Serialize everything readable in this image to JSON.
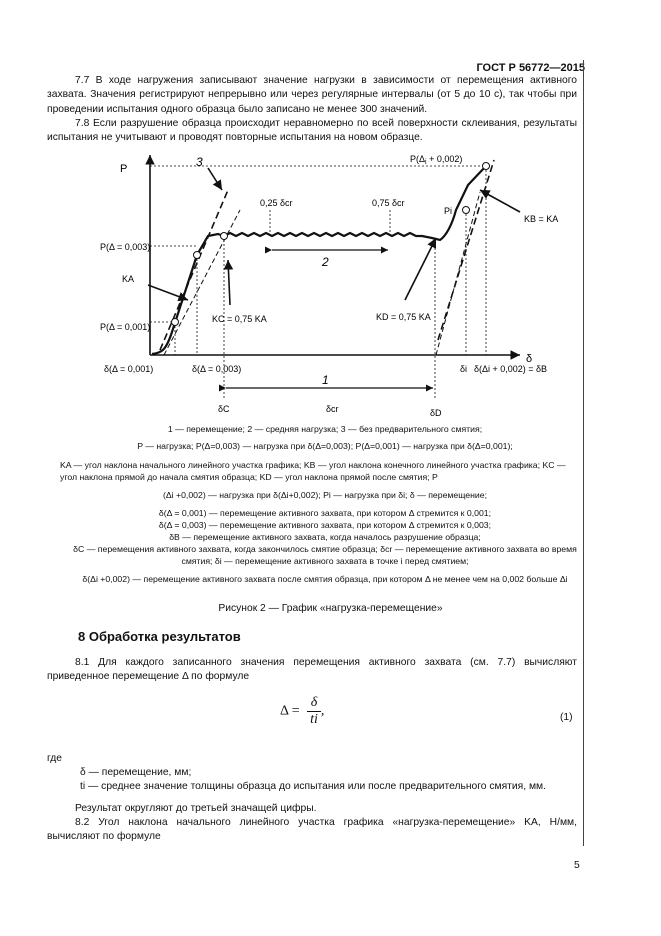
{
  "header": {
    "standard": "ГОСТ Р 56772—2015"
  },
  "paragraphs": {
    "p77": "7.7 В ходе нагружения записывают значение нагрузки в зависимости от перемещения активного захвата. Значения регистрируют непрерывно или через регулярные интервалы (от 5 до 10 с), так чтобы при проведении испытания одного образца было записано не менее 300 значений.",
    "p78": "7.8 Если разрушение образца происходит неравномерно по всей поверхности склеивания, результаты испытания не учитывают и проводят повторные испытания на новом образце."
  },
  "figure": {
    "labels": {
      "P": "P",
      "P_top": "P(Δ",
      "P_top_sub": "i",
      "P_top_tail": " + 0,002)",
      "num3": "3",
      "num2": "2",
      "num1": "1",
      "p003": "P(Δ = 0,003)",
      "p001": "P(Δ = 0,001)",
      "KA": "KA",
      "KC": "KC = 0,75 KA",
      "KD": "KD = 0,75 KA",
      "KB": "KB = KA",
      "d025": "0,25 δcr",
      "d075": "0,75 δcr",
      "Pi": "Pi",
      "delta_axis": "δ",
      "d001": "δ(Δ = 0,001)",
      "d003": "δ(Δ = 0,003)",
      "dC": "δC",
      "dcr": "δcr",
      "dD": "δD",
      "di": "δi",
      "dB": "δ(Δi + 0,002) = δB"
    },
    "legend": {
      "l1": "1 — перемещение; 2 — средняя нагрузка; 3 — без предварительного смятия;",
      "l2": "P — нагрузка; P(Δ=0,003) — нагрузка при δ(Δ=0,003); P(Δ=0,001) — нагрузка при δ(Δ=0,001);",
      "l3": "KA — угол наклона начального линейного участка графика; KB — угол наклона конечного линейного участка графика; KC — угол наклона прямой до начала смятия образца; KD — угол наклона прямой после смятия; P",
      "l4": "(Δi +0,002) — нагрузка при δ(Δi+0,002); Pi — нагрузка при δi; δ — перемещение;",
      "l5": "δ(Δ = 0,001) — перемещение активного захвата, при котором Δ стремится к 0,001;",
      "l6": "δ(Δ = 0,003) — перемещение активного захвата, при котором Δ стремится к 0,003;",
      "l7": "δB — перемещение активного захвата, когда началось разрушение образца;",
      "l8": "δC — перемещения активного захвата, когда закончилось смятие образца; δcr — перемещение активного захвата во время смятия; δi — перемещение активного захвата в точке i перед смятием;",
      "l9": "δ(Δi +0,002) — перемещение активного захвата после смятия образца, при котором Δ не менее чем на 0,002 больше Δi"
    },
    "caption": "Рисунок 2 — График «нагрузка-перемещение»"
  },
  "section8": {
    "title": "8 Обработка результатов",
    "p81": "8.1 Для каждого записанного значения перемещения активного захвата (см. 7.7) вычисляют приведенное перемещение Δ по формуле",
    "formula_lhs": "Δ =",
    "formula_num": "δ",
    "formula_den": "ti",
    "formula_tail": ",",
    "eq_number": "(1)",
    "where": "где",
    "def1": "δ — перемещение, мм;",
    "def2": "ti — среднее значение толщины образца до испытания или после предварительного смятия, мм.",
    "round": "Результат округляют до третьей значащей цифры.",
    "p82": "8.2 Угол наклона начального линейного участка графика «нагрузка-перемещение» KA, Н/мм, вычисляют по формуле"
  },
  "page_number": "5"
}
